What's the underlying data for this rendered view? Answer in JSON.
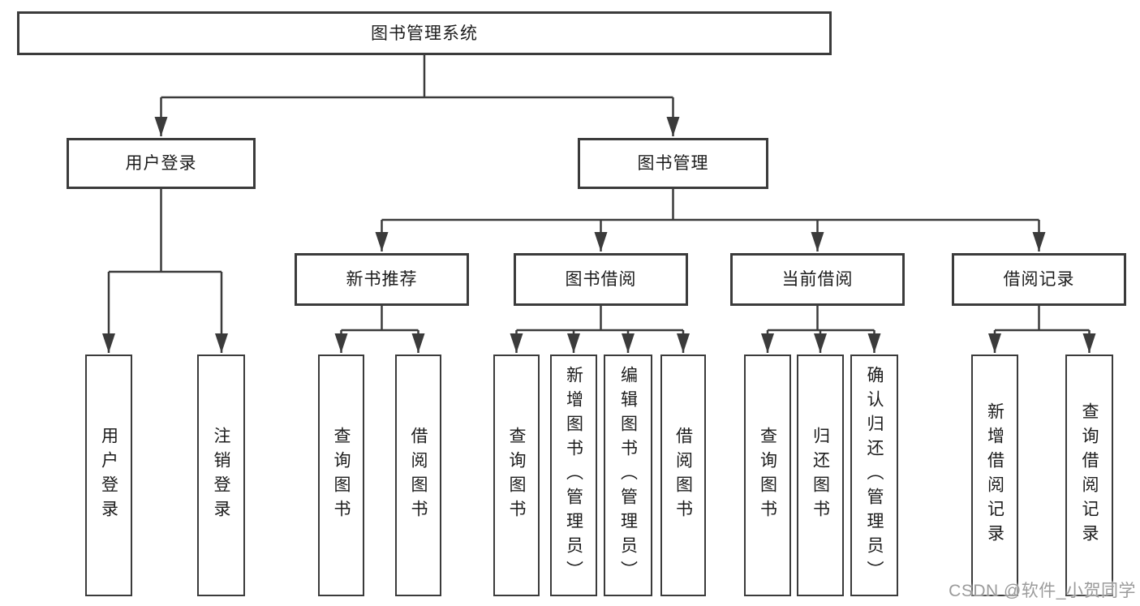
{
  "diagram": {
    "root": {
      "label": "图书管理系统"
    },
    "level2": [
      {
        "label": "用户登录"
      },
      {
        "label": "图书管理"
      }
    ],
    "level3": [
      {
        "label": "新书推荐"
      },
      {
        "label": "图书借阅"
      },
      {
        "label": "当前借阅"
      },
      {
        "label": "借阅记录"
      }
    ],
    "leaves": {
      "user_login": [
        {
          "label": "用户登录"
        },
        {
          "label": "注销登录"
        }
      ],
      "new_book": [
        {
          "label": "查询图书"
        },
        {
          "label": "借阅图书"
        }
      ],
      "book_borrow": [
        {
          "label": "查询图书"
        },
        {
          "label": "新增图书（管理员）"
        },
        {
          "label": "编辑图书（管理员）"
        },
        {
          "label": "借阅图书"
        }
      ],
      "current_borrow": [
        {
          "label": "查询图书"
        },
        {
          "label": "归还图书"
        },
        {
          "label": "确认归还（管理员）"
        }
      ],
      "borrow_record": [
        {
          "label": "新增借阅记录"
        },
        {
          "label": "查询借阅记录"
        }
      ]
    },
    "colors": {
      "line": "#3b3b3b",
      "text": "#1c1c1c",
      "background": "#ffffff"
    }
  },
  "watermark": {
    "text": "CSDN @软件_小贺同学"
  }
}
